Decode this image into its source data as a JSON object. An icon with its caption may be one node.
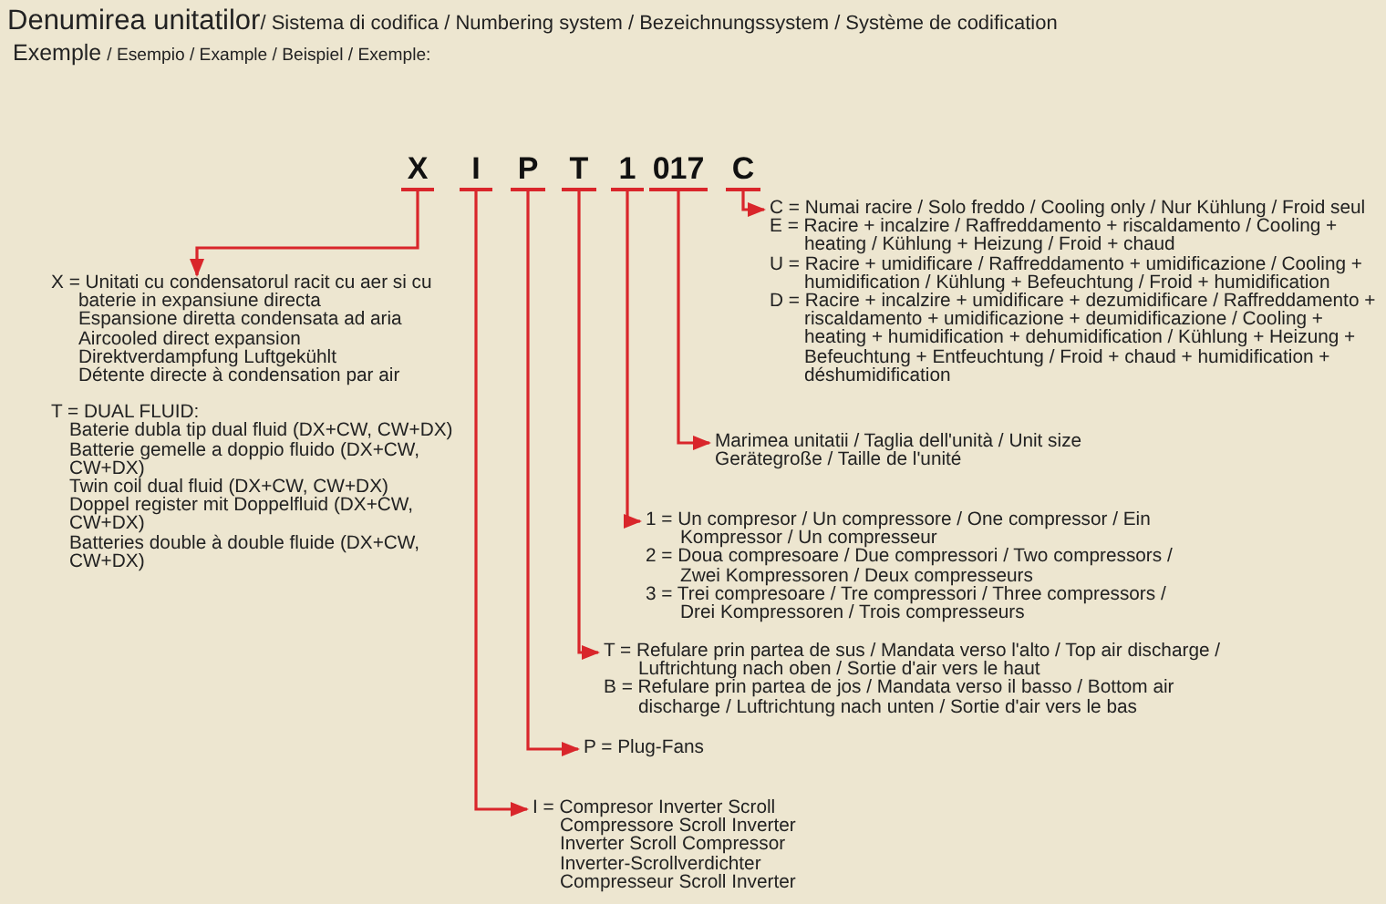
{
  "diagram": {
    "title": "Denumirea unitatilor",
    "labels": [
      "/ Sistema di codifica / Numbering system / Bezeichnungssystem / Système de codification",
      "Exemple",
      "/ Esempio / Example / Beispiel / Exemple:"
    ],
    "nodes": [
      {
        "text": [
          "X"
        ]
      },
      {
        "text": [
          "I"
        ]
      },
      {
        "text": [
          "P"
        ]
      },
      {
        "text": [
          "T"
        ]
      },
      {
        "text": [
          "1"
        ]
      },
      {
        "text": [
          "017"
        ]
      },
      {
        "text": [
          "C"
        ]
      },
      {
        "text": [
          "C = Numai racire / Solo freddo / Cooling only / Nur Kühlung / Froid seul",
          "E = Racire + incalzire / Raffreddamento + riscaldamento / Cooling + heating / Kühlung + Heizung / Froid + chaud",
          "U = Racire + umidificare / Raffreddamento + umidificazione / Cooling + humidification / Kühlung + Befeuchtung / Froid + humidification",
          "D = Racire + incalzire + umidificare + dezumidificare / Raffreddamento + riscaldamento + umidificazione + deumidificazione / Cooling + heating + humidification + dehumidification / Kühlung + Heizung + Befeuchtung + Entfeuchtung / Froid + chaud + humidification + déshumidification"
        ]
      },
      {
        "text": [
          "X = Unitati cu condensatorul racit cu aer si cu baterie in expansiune directa",
          "Espansione diretta condensata ad aria",
          "Aircooled direct expansion",
          "Direktverdampfung Luftgekühlt",
          "Détente directe à condensation par air",
          "T = DUAL FLUID:",
          "Baterie dubla tip dual fluid (DX+CW, CW+DX)",
          "Batterie gemelle a doppio fluido (DX+CW, CW+DX)",
          "Twin coil dual fluid (DX+CW, CW+DX)",
          "Doppel register mit Doppelfluid (DX+CW, CW+DX)",
          "Batteries double à double fluide (DX+CW, CW+DX)"
        ]
      },
      {
        "text": [
          "Marimea unitatii / Taglia dell'unità / Unit size Gerätegroße / Taille de l'unité"
        ]
      },
      {
        "text": [
          "1 = Un compresor / Un compressore / One compressor / Ein Kompressor / Un compresseur",
          "2 = Doua compresoare / Due compressori / Two compressors / Zwei Kompressoren / Deux compresseurs",
          "3 = Trei compresoare / Tre compressori / Three compressors / Drei Kompressoren / Trois compresseurs"
        ]
      },
      {
        "text": [
          "T = Refulare prin partea de sus / Mandata verso l'alto / Top air discharge / Luftrichtung nach oben / Sortie d'air vers le haut",
          "B = Refulare prin partea de jos / Mandata verso il basso / Bottom air discharge / Luftrichtung nach unten / Sortie d'air vers le bas"
        ]
      },
      {
        "text": [
          "P = Plug-Fans"
        ]
      },
      {
        "text": [
          "I = Compresor Inverter Scroll Compressore Scroll Inverter Inverter Scroll Compressor Inverter-Scrollverdichter Compresseur Scroll Inverter"
        ]
      }
    ],
    "edges": [
      {
        "from": 0,
        "to": 8,
        "arrow": "to"
      },
      {
        "from": 1,
        "to": 13,
        "arrow": "to"
      },
      {
        "from": 2,
        "to": 12,
        "arrow": "to"
      },
      {
        "from": 3,
        "to": 11,
        "arrow": "to"
      },
      {
        "from": 4,
        "to": 10,
        "arrow": "to"
      },
      {
        "from": 5,
        "to": 9,
        "arrow": "to"
      },
      {
        "from": 6,
        "to": 7,
        "arrow": "to"
      }
    ]
  }
}
